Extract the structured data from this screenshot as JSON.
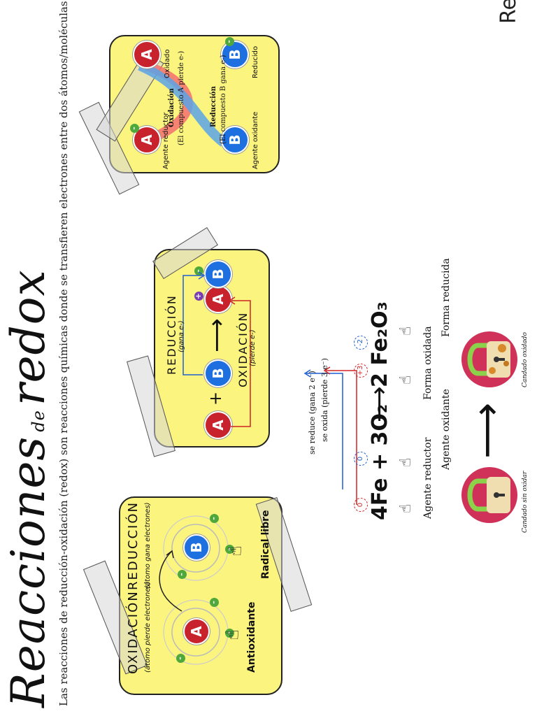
{
  "title": {
    "main_a": "Reacciones",
    "de": "de",
    "main_b": "redox"
  },
  "subtitle": "Las reacciones de reducción-oxidación (redox) son reacciones químicas donde se transfieren electrones entre dos átomos/moléculas",
  "corner_text": "Re",
  "panel1": {
    "oxidacion": "OXIDACIÓN",
    "oxidacion_sub": "(átomo pierde electrones)",
    "reduccion": "REDUCCIÓN",
    "reduccion_sub": "(átomo gana electrones)",
    "atom_a": "A",
    "atom_b": "B",
    "label_a": "Antioxidante",
    "label_b": "Radical libre"
  },
  "panel2": {
    "atom_a": "A",
    "atom_b": "B",
    "plus": "+",
    "reduccion": "REDUCCIÓN",
    "reduccion_sub": "(gana e-)",
    "oxidacion": "OXIDACIÓN",
    "oxidacion_sub": "(pierde e-)"
  },
  "panel3": {
    "atom_a": "A",
    "atom_b": "B",
    "agente_reductor": "Agente reductor",
    "agente_oxidante": "Agente oxidante",
    "oxidado": "Oxidado",
    "reducido": "Reducido",
    "oxidacion_title": "Oxidación",
    "oxidacion_desc": "(El compuesto A pierde e-)",
    "reduccion_title": "Reducción",
    "reduccion_desc": "(El compuesto B gana e-)"
  },
  "equation": {
    "lhs": "4Fe + 3O₂",
    "arrow": "⟶",
    "rhs": "2 Fe₂O₃",
    "ox_states": [
      "0",
      "0",
      "+3",
      "-2"
    ],
    "se_reduce": "se reduce (gana 2 e⁻)",
    "se_oxida": "se oxida (pierde 3 e⁻)",
    "agente_reductor": "Agente reductor",
    "agente_oxidante": "Agente oxidante",
    "forma_oxidada": "Forma oxidada",
    "forma_reducida": "Forma reducida",
    "big_arrow": "⟶",
    "lock_left_caption": "Candado sin oxidar",
    "lock_right_caption": "Candado oxidado"
  },
  "colors": {
    "panel": "#fbf47e",
    "red_atom": "#c8232c",
    "blue_atom": "#1e6fe0",
    "electron": "#4ea83c",
    "lock": "#cf3159"
  }
}
